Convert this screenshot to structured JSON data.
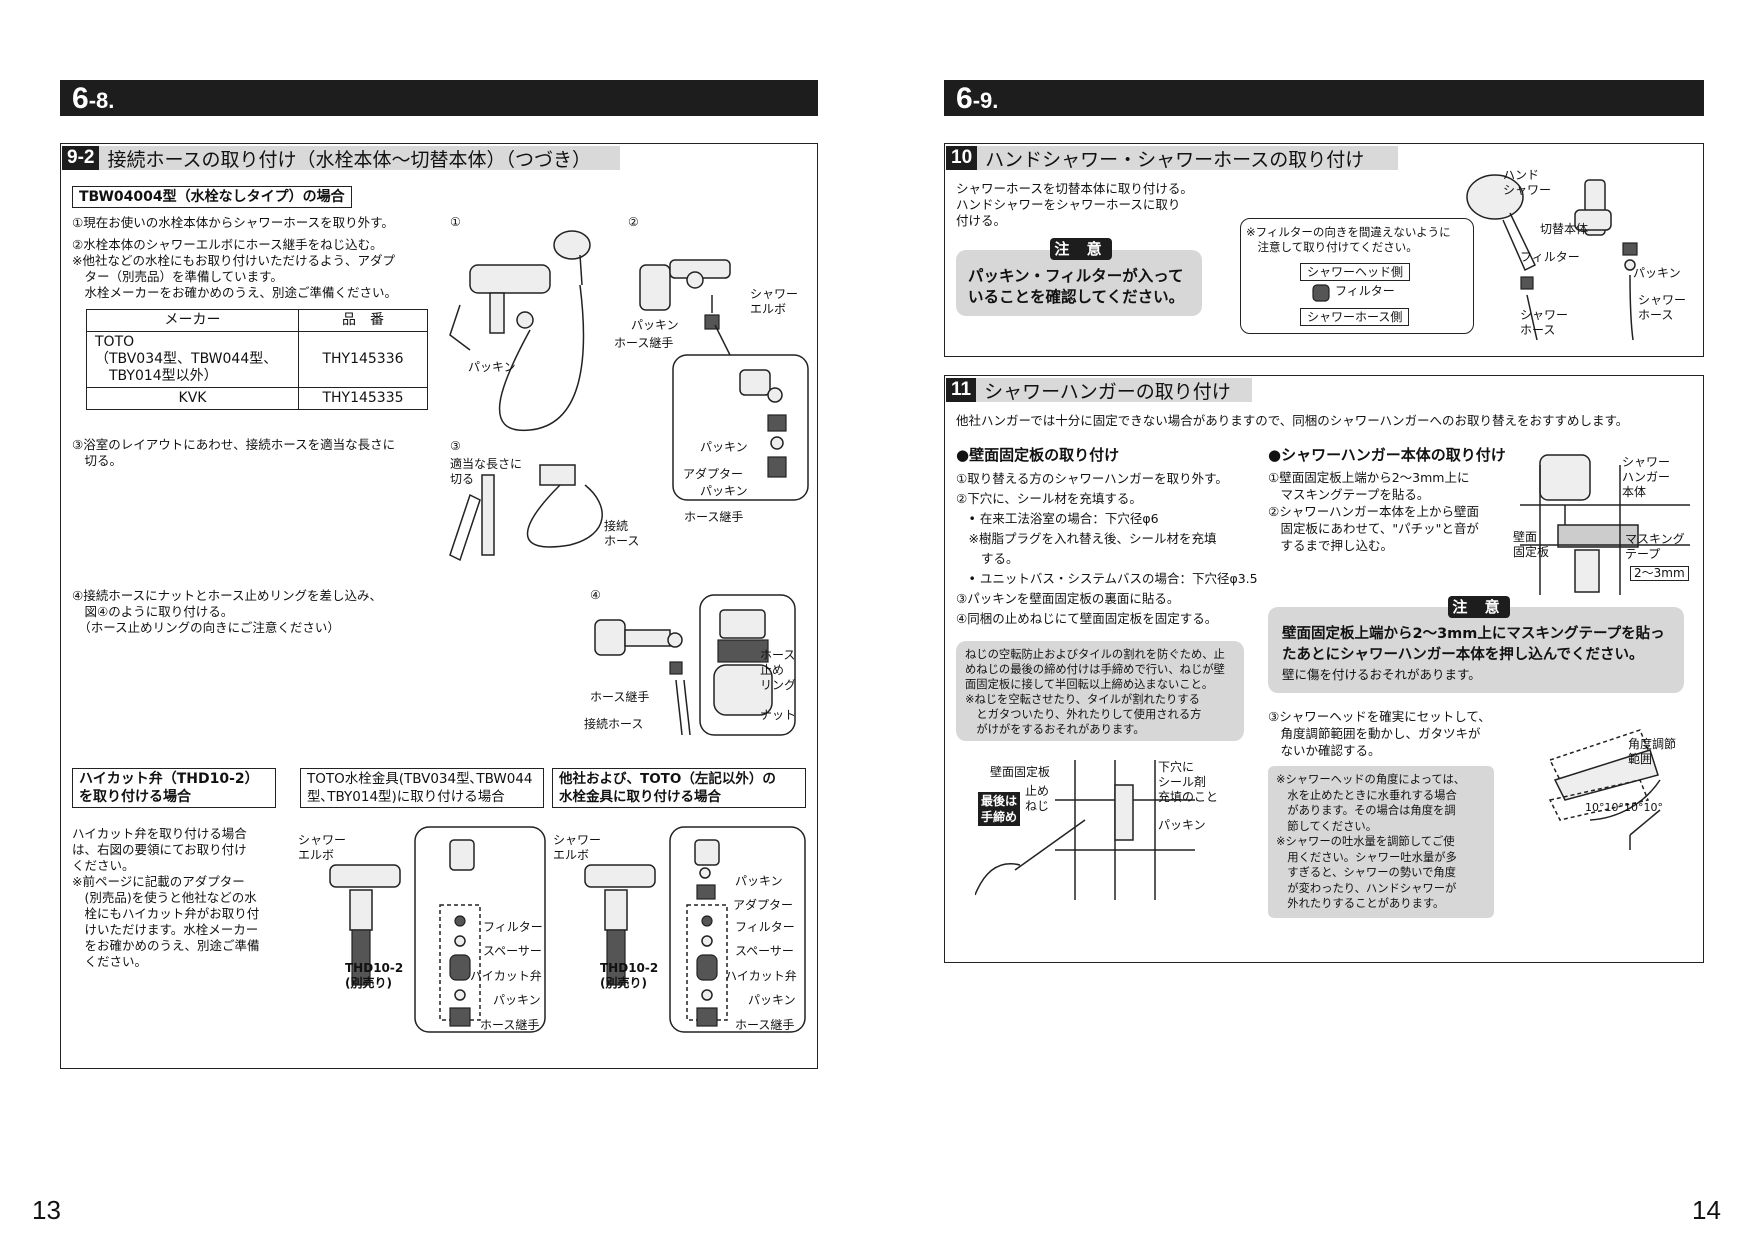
{
  "left": {
    "page_header": {
      "big": "6",
      "small": "-8."
    },
    "section_9_2": {
      "num": "9-2",
      "title": "接続ホースの取り付け（水栓本体〜切替本体）（つづき）"
    },
    "subtitle": "TBW04004型（水栓なしタイプ）の場合",
    "steps": {
      "s1": "①現在お使いの水栓本体からシャワーホースを取り外す。",
      "s2": "②水栓本体のシャワーエルボにホース継手をねじ込む。",
      "s2_note": "※他社などの水栓にもお取り付けいただけるよう、アダプ\n　ター（別売品）を準備しています。\n　水栓メーカーをお確かめのうえ、別途ご準備ください。",
      "s3": "③浴室のレイアウトにあわせ、接続ホースを適当な長さに\n　切る。",
      "s4": "④接続ホースにナットとホース止めリングを差し込み、\n　図④のように取り付ける。\n　（ホース止めリングの向きにご注意ください）"
    },
    "table": {
      "headers": [
        "メーカー",
        "品　番"
      ],
      "rows": [
        {
          "maker": "TOTO\n（TBV034型、TBW044型、\n　TBY014型以外）",
          "part": "THY145336"
        },
        {
          "maker": "KVK",
          "part": "THY145335"
        }
      ]
    },
    "fig_labels": {
      "c1": "①",
      "c2": "②",
      "c3": "③",
      "c4": "④",
      "packing": "パッキン",
      "shower_elbow": "シャワー\nエルボ",
      "packing2": "パッキン",
      "hose_joint": "ホース継手",
      "z_packing": "パッキン",
      "z_adapter": "アダプター",
      "z_packing2": "パッキン",
      "z_hose_joint": "ホース継手",
      "cut": "適当な長さに\n切る",
      "conn_hose": "接続\nホース",
      "hose_joint4": "ホース継手",
      "conn_hose4": "接続ホース",
      "ring": "ホース\n止め\nリング",
      "nut": "ナット"
    },
    "bottom": {
      "box1": "ハイカット弁（THD10-2）\nを取り付ける場合",
      "box2": "TOTO水栓金具(TBV034型､TBW044\n型､TBY014型)に取り付ける場合",
      "box3": "他社および、TOTO（左記以外）の\n水栓金具に取り付ける場合",
      "desc": "ハイカット弁を取り付ける場合\nは、右図の要領にてお取り付け\nください。\n※前ページに記載のアダプター\n　(別売品)を使うと他社などの水\n　栓にもハイカット弁がお取り付\n　けいただけます。水栓メーカー\n　をお確かめのうえ、別途ご準備\n　ください。",
      "figA": {
        "elbow": "シャワー\nエルボ",
        "thd": "THD10-2\n(別売り)",
        "filter": "フィルター",
        "spacer": "スペーサー",
        "valve": "ハイカット弁",
        "packing": "パッキン",
        "joint": "ホース継手"
      },
      "figB": {
        "elbow": "シャワー\nエルボ",
        "thd": "THD10-2\n(別売り)",
        "packing_top": "パッキン",
        "adapter": "アダプター",
        "filter": "フィルター",
        "spacer": "スペーサー",
        "valve": "ハイカット弁",
        "packing": "パッキン",
        "joint": "ホース継手"
      }
    },
    "page_number": "13"
  },
  "right": {
    "page_header": {
      "big": "6",
      "small": "-9."
    },
    "section_10": {
      "num": "10",
      "title": "ハンドシャワー・シャワーホースの取り付け",
      "text": "シャワーホースを切替本体に取り付ける。\nハンドシャワーをシャワーホースに取り\n付ける。",
      "caution": "注 意",
      "caution_text": "パッキン・フィルターが入って\nいることを確認してください。",
      "filter_note": "※フィルターの向きを間違えないように\n　注意して取り付けてください。",
      "head_side": "シャワーヘッド側",
      "filter": "フィルター",
      "hose_side": "シャワーホース側",
      "fig": {
        "hand_shower": "ハンド\nシャワー",
        "switch_body": "切替本体",
        "filter": "フィルター",
        "packing": "パッキン",
        "shower_hose": "シャワー\nホース",
        "shower_hose2": "シャワー\nホース"
      }
    },
    "section_11": {
      "num": "11",
      "title": "シャワーハンガーの取り付け",
      "intro": "他社ハンガーでは十分に固定できない場合がありますので、同梱のシャワーハンガーへのお取り替えをおすすめします。",
      "wall_title": "●壁面固定板の取り付け",
      "wall_steps": "①取り替える方のシャワーハンガーを取り外す。\n②下穴に、シール材を充填する。\n　• 在来工法浴室の場合：下穴径φ6\n　※樹脂プラグを入れ替え後、シール材を充填\n　　する。\n　• ユニットバス・システムバスの場合：下穴径φ3.5\n③パッキンを壁面固定板の裏面に貼る。\n④同梱の止めねじにて壁面固定板を固定する。",
      "wall_note": "ねじの空転防止およびタイルの割れを防ぐため、止\nめねじの最後の締め付けは手締めで行い、ねじが壁\n面固定板に接して半回転以上締め込まないこと。\n※ねじを空転させたり、タイルが割れたりする\n　とガタついたり、外れたりして使用される方\n　がけがをするおそれがあります。",
      "wall_fig": {
        "plate": "壁面固定板",
        "screw": "止め\nねじ",
        "last": "最後は\n手締め",
        "hole": "下穴に\nシール剤\n充填のこと",
        "packing": "パッキン"
      },
      "hanger_title": "●シャワーハンガー本体の取り付け",
      "hanger_steps": "①壁面固定板上端から2〜3mm上に\n　マスキングテープを貼る。\n②シャワーハンガー本体を上から壁面\n　固定板にあわせて、\"パチッ\"と音が\n　するまで押し込む。",
      "hanger_fig": {
        "body": "シャワー\nハンガー\n本体",
        "plate": "壁面\n固定板",
        "tape": "マスキング\nテープ",
        "gap": "2〜3mm"
      },
      "caution": "注 意",
      "caution_text": "壁面固定板上端から2〜3mm上にマスキングテープを貼っ\nたあとにシャワーハンガー本体を押し込んでください。",
      "caution_sub": "壁に傷を付けるおそれがあります。",
      "step3": "③シャワーヘッドを確実にセットして、\n　角度調節範囲を動かし、ガタツキが\n　ないか確認する。",
      "angle_label": "角度調節\n範囲",
      "angle_ticks": "10°10°10°10°",
      "note": "※シャワーヘッドの角度によっては、\n　水を止めたときに水垂れする場合\n　があります。その場合は角度を調\n　節してください。\n※シャワーの吐水量を調節してご使\n　用ください。シャワー吐水量が多\n　すぎると、シャワーの勢いで角度\n　が変わったり、ハンドシャワーが\n　外れたりすることがあります。"
    },
    "page_number": "14"
  }
}
